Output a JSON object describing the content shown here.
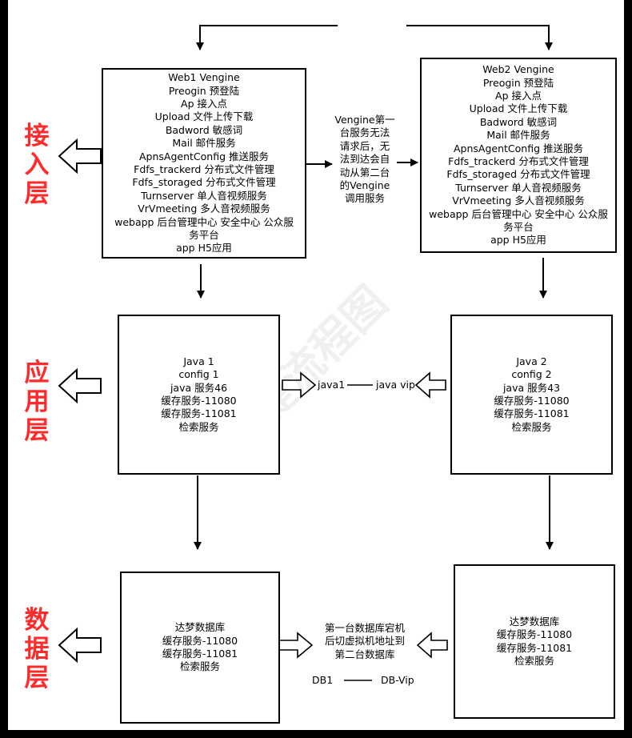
{
  "layers": {
    "access": [
      "接",
      "入",
      "层"
    ],
    "app": [
      "应",
      "用",
      "层"
    ],
    "data": [
      "数",
      "据",
      "层"
    ]
  },
  "web1": {
    "lines": [
      "Web1 Vengine",
      "Preogin 预登陆",
      "Ap 接入点",
      "Upload 文件上传下载",
      "Badword 敏感词",
      "Mail 邮件服务",
      "ApnsAgentConfig 推送服务",
      "Fdfs_trackerd 分布式文件管理",
      "Fdfs_storaged 分布式文件管理",
      "Turnserver 单人音视频服务",
      "VrVmeeting 多人音视频服务",
      "webapp 后台管理中心 安全中心 公众服务平台",
      "app H5应用"
    ]
  },
  "web2": {
    "lines": [
      "Web2 Vengine",
      "Preogin 预登陆",
      "Ap 接入点",
      "Upload 文件上传下载",
      "Badword 敏感词",
      "Mail 邮件服务",
      "ApnsAgentConfig 推送服务",
      "Fdfs_trackerd 分布式文件管理",
      "Fdfs_storaged 分布式文件管理",
      "Turnserver 单人音视频服务",
      "VrVmeeting 多人音视频服务",
      "webapp 后台管理中心 安全中心 公众服务平台",
      "app H5应用"
    ]
  },
  "failover_note": [
    "Vengine第一",
    "台服务无法",
    "请求后，无",
    "法到达会自",
    "动从第二台",
    "的Vengine",
    "调用服务"
  ],
  "java1": {
    "lines": [
      "Java 1",
      "config 1",
      "java 服务46",
      "缓存服务-11080",
      "缓存服务-11081",
      "检索服务"
    ]
  },
  "java2": {
    "lines": [
      "Java 2",
      "config 2",
      "java 服务43",
      "缓存服务-11080",
      "缓存服务-11081",
      "检索服务"
    ]
  },
  "java_link": {
    "left": "java1",
    "right": "java vip"
  },
  "db1": {
    "lines": [
      "达梦数据库",
      "缓存服务-11080",
      "缓存服务-11081",
      "检索服务"
    ]
  },
  "db2": {
    "lines": [
      "达梦数据库",
      "缓存服务-11080",
      "缓存服务-11081",
      "检索服务"
    ]
  },
  "db_note": [
    "第一台数据库宕机",
    "后切虚拟机地址到",
    "第二台数据库"
  ],
  "db_link": {
    "left": "DB1",
    "right": "DB-Vip"
  },
  "watermark": "迅捷流程图"
}
